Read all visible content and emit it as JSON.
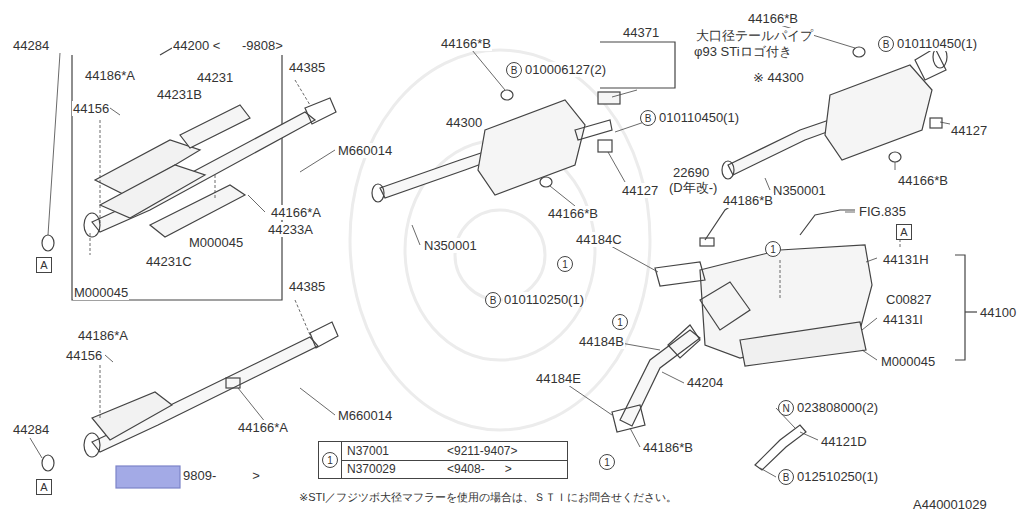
{
  "diagram": {
    "nodes": [
      {
        "text": [
          "B"
        ]
      },
      {
        "text": [
          "B"
        ]
      },
      {
        "text": [
          "B"
        ]
      },
      {
        "text": [
          "A"
        ]
      },
      {
        "text": [
          "1"
        ]
      },
      {
        "text": [
          "1"
        ]
      },
      {
        "text": [
          "A"
        ]
      },
      {
        "text": [
          "B"
        ]
      },
      {
        "text": [
          "1"
        ]
      },
      {
        "text": [
          "N"
        ]
      },
      {
        "text": [
          "N37001",
          "<9211-9407>",
          "N370029",
          "<9408-      >"
        ]
      },
      {
        "text": [
          "1"
        ],
        "in": 10
      },
      {
        "text": [
          "1"
        ]
      },
      {
        "text": [
          "B"
        ]
      },
      {
        "text": [
          "A"
        ]
      }
    ],
    "labels": [
      "44284",
      "44200 <      -9808>",
      "44186*A",
      "44231",
      "44231B",
      "44156",
      "44385",
      "M660014",
      "44166*A",
      "44233A",
      "M000045",
      "44231C",
      "M000045",
      "44385",
      "44186*A",
      "44156",
      "M660014",
      "44284",
      "44166*A",
      "9809-          >",
      "※STI／フジツボ大径マフラーを使用の場合は、ＳＴＩにお問合せください。",
      "A440001029",
      "44166*B",
      "44371",
      "010006127(2)",
      "44300",
      "010110450(1)",
      "44127",
      "44166*B",
      "N350001",
      "大口径テールパイプ",
      "φ93 STiロゴ付き",
      "44166*B",
      "010110450(1)",
      "※ 44300",
      "44127",
      "44166*B",
      "N350001",
      "22690",
      "(D年改-)",
      "44186*B",
      "FIG.835",
      "44184C",
      "44131H",
      "010110250(1)",
      "C00827",
      "44100",
      "44131I",
      "44184B",
      "M000045",
      "44184E",
      "44204",
      "023808000(2)",
      "44186*B",
      "44121D",
      "012510250(1)"
    ]
  }
}
